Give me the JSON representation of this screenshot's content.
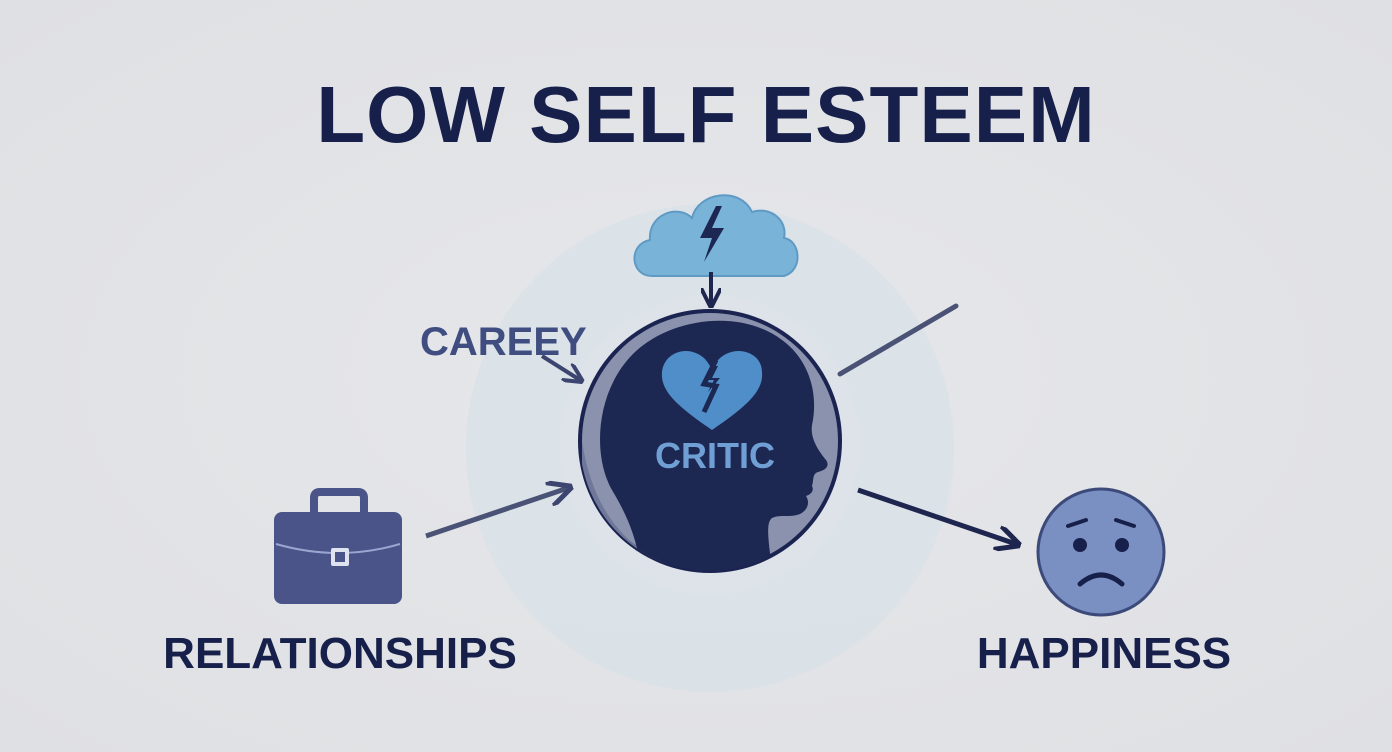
{
  "diagram": {
    "title": "LOW SELF ESTEEM",
    "center_label": "CRITIC",
    "career_label": "CAREEY",
    "left_label": "RELATIONSHIPS",
    "right_label": "HAPPINESS",
    "icons": {
      "cloud": "storm-cloud-icon",
      "heart": "broken-heart-icon",
      "head": "head-silhouette-icon",
      "briefcase": "briefcase-icon",
      "face": "sad-face-icon"
    },
    "colors": {
      "background": "#e2e3e6",
      "navy": "#16204a",
      "head": "#1c2752",
      "slate": "#4a5488",
      "light_blue": "#7ab3d8",
      "heart_blue": "#4f8ec9",
      "face_blue": "#7b90c2",
      "halo": "#d9e2ea"
    }
  }
}
